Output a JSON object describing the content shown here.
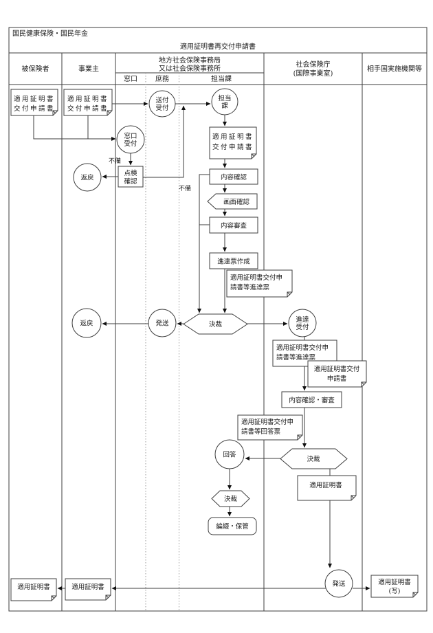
{
  "title": {
    "system": "国民健康保険・国民年金",
    "form": "適用証明書再交付申請書"
  },
  "columns": {
    "insured": "被保険者",
    "employer": "事業主",
    "regional_line1": "地方社会保険事務局",
    "regional_line2": "又は社会保険事務所",
    "window": "窓口",
    "general_affairs": "庶務",
    "section": "担当課",
    "agency_line1": "社会保険庁",
    "agency_line2": "(国際事業室)",
    "partner": "相手国実施機関等"
  },
  "nodes": {
    "doc_insured_app_l1": "適用証明書",
    "doc_insured_app_l2": "交付申請書",
    "doc_employer_app_l1": "適用証明書",
    "doc_employer_app_l2": "交付申請書",
    "send_receipt_l1": "送付",
    "send_receipt_l2": "受付",
    "window_receipt_l1": "窓口",
    "window_receipt_l2": "受付",
    "section_circle_l1": "担当",
    "section_circle_l2": "課",
    "inspect_l1": "点検",
    "inspect_l2": "確認",
    "return_top": "返戻",
    "doc_section_app_l1": "適用証明書",
    "doc_section_app_l2": "交付申請書",
    "content_check": "内容確認",
    "screen_check": "画面確認",
    "content_review": "内容審査",
    "transmittal_create": "進達票作成",
    "doc_transmittal_section_l1": "適用証明書交付申",
    "doc_transmittal_section_l2": "請書等進達票",
    "approval_section": "決裁",
    "dispatch_mid": "発送",
    "return_mid": "返戻",
    "transmittal_receipt_l1": "進達",
    "transmittal_receipt_l2": "受付",
    "doc_transmittal_agency_l1": "適用証明書交付申",
    "doc_transmittal_agency_l2": "請書等進達票",
    "doc_app_agency_l1": "適用証明書交付",
    "doc_app_agency_l2": "申請書",
    "content_check_review": "内容確認・審査",
    "doc_reply_l1": "適用証明書交付申",
    "doc_reply_l2": "請書等回答票",
    "approval_agency": "決裁",
    "reply": "回答",
    "approval_small": "決裁",
    "filing": "編綴・保管",
    "doc_certificate_agency": "適用証明書",
    "dispatch_bottom": "発送",
    "doc_certificate_insured": "適用証明書",
    "doc_certificate_employer": "適用証明書",
    "doc_certificate_copy_l1": "適用証明書",
    "doc_certificate_copy_l2": "(写)"
  },
  "labels": {
    "defect1": "不備",
    "defect2": "不備"
  }
}
